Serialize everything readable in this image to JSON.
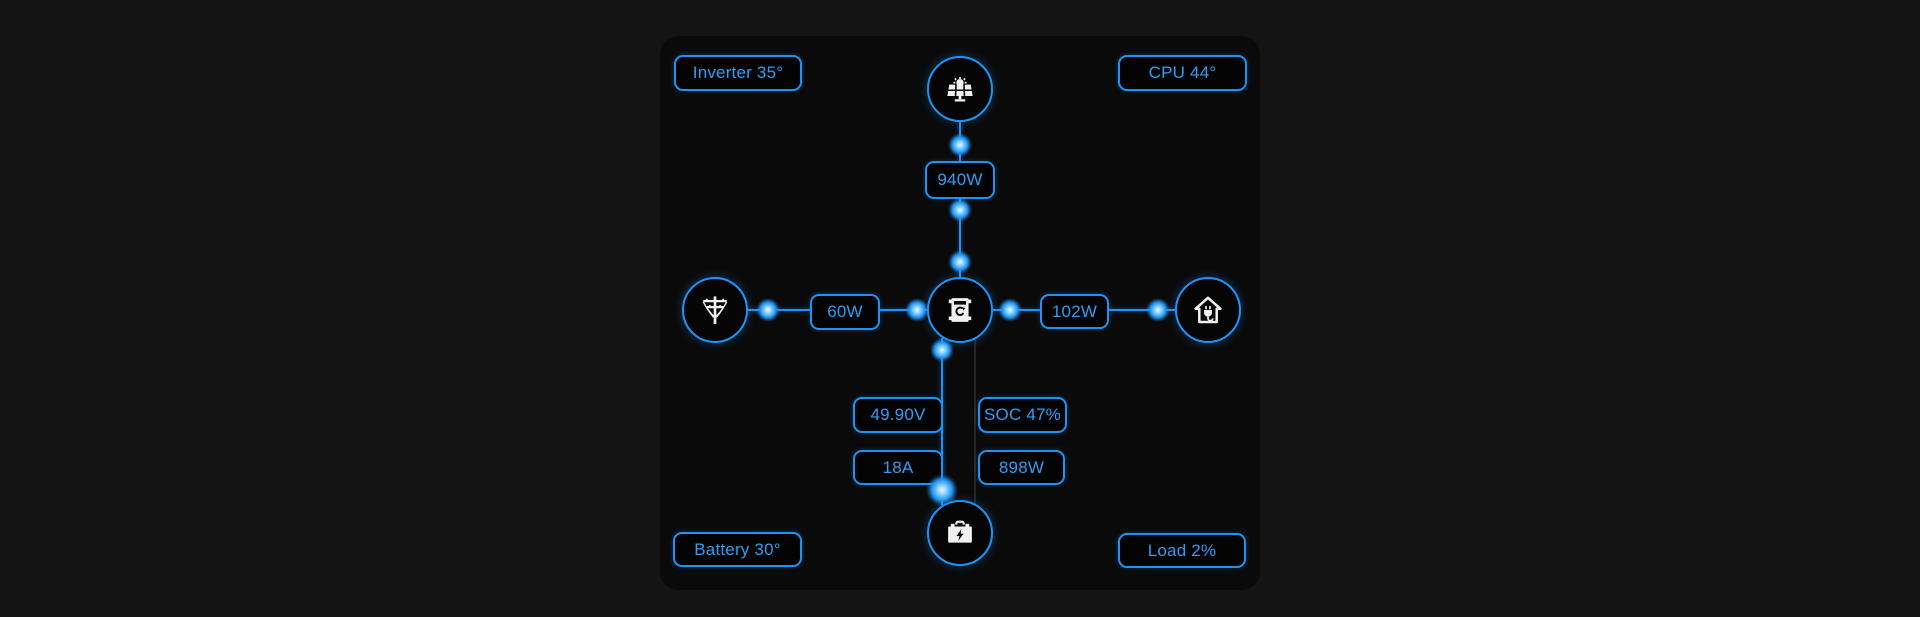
{
  "card": {
    "corner_labels": {
      "inverter_temp": "Inverter 35°",
      "cpu_temp": "CPU 44°",
      "battery_temp": "Battery 30°",
      "load_pct": "Load 2%"
    },
    "flows": {
      "pv_power": "940W",
      "grid_power": "60W",
      "load_power": "102W"
    },
    "battery": {
      "voltage": "49.90V",
      "soc": "SOC 47%",
      "current": "18A",
      "power": "898W"
    },
    "icons": {
      "solar": "solar-panel-icon",
      "grid": "utility-pole-icon",
      "inverter": "inverter-icon",
      "home": "home-plug-icon",
      "battery": "car-battery-icon"
    },
    "colors": {
      "accent": "#1e93f5",
      "dot_glow": "#8ed4ff",
      "icon": "#f0f0f0",
      "card_bg": "#0a0a0a",
      "page_bg": "#141414",
      "inactive_line": "#262626"
    }
  }
}
